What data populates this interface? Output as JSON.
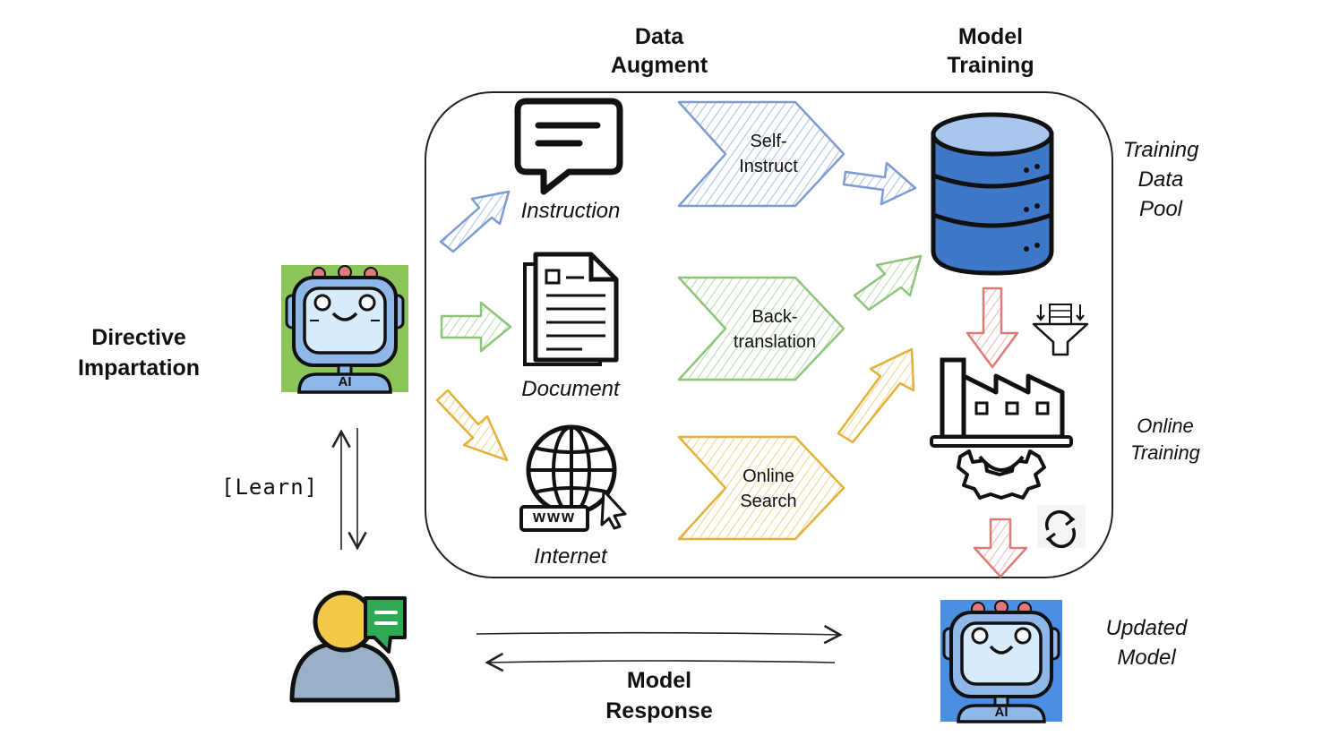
{
  "headers": {
    "data_augment": [
      "Data",
      "Augment"
    ],
    "model_training": [
      "Model",
      "Training"
    ]
  },
  "left": {
    "directive": [
      "Directive",
      "Impartation"
    ],
    "learn": "[Learn]"
  },
  "sources": {
    "instruction": "Instruction",
    "document": "Document",
    "internet": "Internet",
    "www": "www"
  },
  "methods": {
    "self_instruct": [
      "Self-",
      "Instruct"
    ],
    "back_translation": [
      "Back-",
      "translation"
    ],
    "online_search": [
      "Online",
      "Search"
    ]
  },
  "right": {
    "training_pool": [
      "Training",
      "Data",
      "Pool"
    ],
    "online_training": [
      "Online",
      "Training"
    ],
    "updated_model": [
      "Updated",
      "Model"
    ]
  },
  "bottom": {
    "model_response": [
      "Model",
      "Response"
    ]
  },
  "robot_badge": "AI",
  "colors": {
    "blue": "#7b9bd1",
    "green": "#8cc47a",
    "yellow": "#e3b13a",
    "red": "#e07a7a",
    "robot_bg_green": "#8cc65a",
    "robot_bg_blue": "#4a8fe2",
    "db_blue": "#3f78c9"
  }
}
